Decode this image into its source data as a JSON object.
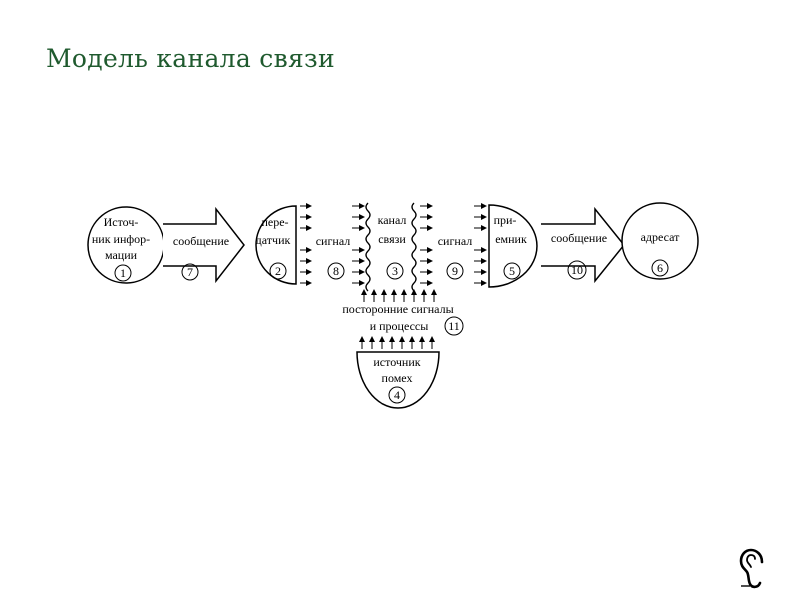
{
  "title": "Модель канала связи",
  "nodes": {
    "source": {
      "line1": "Источ-",
      "line2": "ник инфор-",
      "line3": "мации",
      "num": "1"
    },
    "transmitter": {
      "line1": "пере-",
      "line2": "датчик",
      "num": "2"
    },
    "channel": {
      "line1": "канал",
      "line2": "связи",
      "num": "3"
    },
    "noise_source": {
      "line1": "источник",
      "line2": "помех",
      "num": "4"
    },
    "receiver": {
      "line1": "при-",
      "line2": "емник",
      "num": "5"
    },
    "addressee": {
      "line1": "адресат",
      "num": "6"
    }
  },
  "links": {
    "message_in": {
      "label": "сообщение",
      "num": "7"
    },
    "signal_in": {
      "label": "сигнал",
      "num": "8"
    },
    "signal_out": {
      "label": "сигнал",
      "num": "9"
    },
    "message_out": {
      "label": "сообщение",
      "num": "10"
    },
    "external": {
      "line1": "посторонние сигналы",
      "line2": "и процессы",
      "num": "11"
    }
  },
  "icons": {
    "corner": "ear-icon"
  }
}
